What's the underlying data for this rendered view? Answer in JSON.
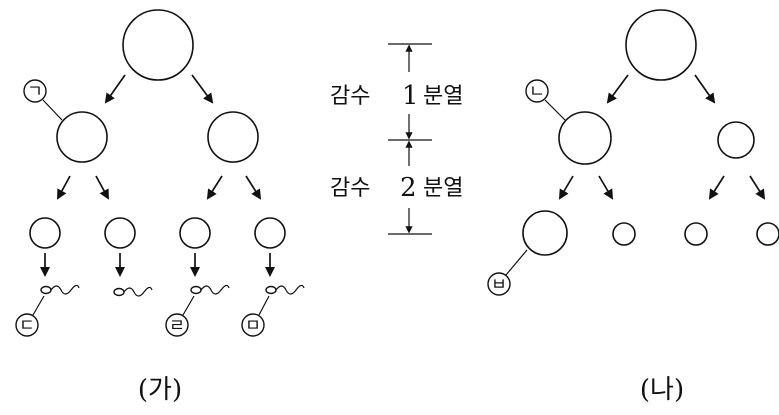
{
  "panels": {
    "ga": {
      "caption": "(가)"
    },
    "na": {
      "caption": "(나)"
    }
  },
  "labels": {
    "giyeok": "ㄱ",
    "nieun": "ㄴ",
    "digeut": "ㄷ",
    "rieul": "ㄹ",
    "mieum": "ㅁ",
    "bieup": "ㅂ"
  },
  "stages": {
    "meiosis1": {
      "prefix": "감수",
      "number": "1",
      "suffix": "분열"
    },
    "meiosis2": {
      "prefix": "감수",
      "number": "2",
      "suffix": "분열"
    }
  }
}
